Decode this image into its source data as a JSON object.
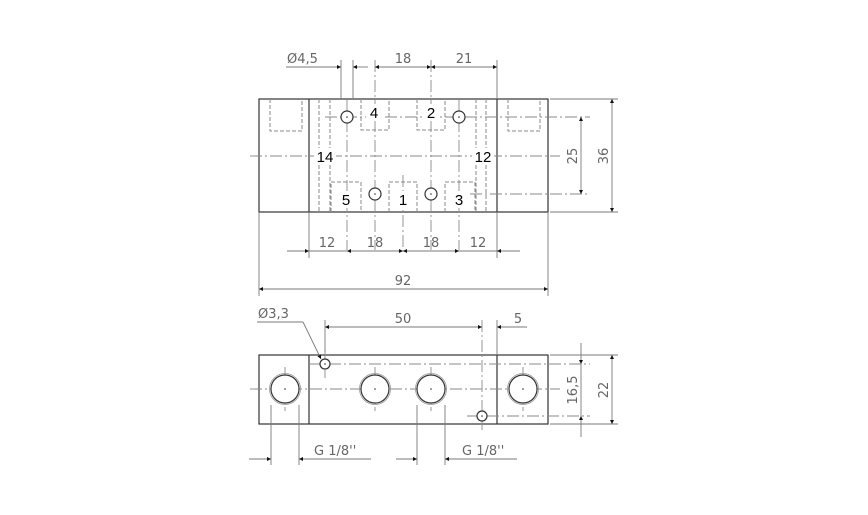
{
  "top_view": {
    "dims": {
      "hole_dia": "Ø4,5",
      "spacing_18": "18",
      "spacing_21": "21",
      "height_25": "25",
      "height_36": "36",
      "bottom_12_left": "12",
      "bottom_18_a": "18",
      "bottom_18_b": "18",
      "bottom_12_right": "12",
      "overall_92": "92"
    },
    "ports": {
      "p4": "4",
      "p2": "2",
      "p14": "14",
      "p12": "12",
      "p5": "5",
      "p1": "1",
      "p3": "3"
    }
  },
  "front_view": {
    "dims": {
      "hole_dia": "Ø3,3",
      "spacing_50": "50",
      "spacing_5": "5",
      "height_16_5": "16,5",
      "height_22": "22",
      "thread_left": "G 1/8''",
      "thread_right": "G 1/8''"
    }
  }
}
